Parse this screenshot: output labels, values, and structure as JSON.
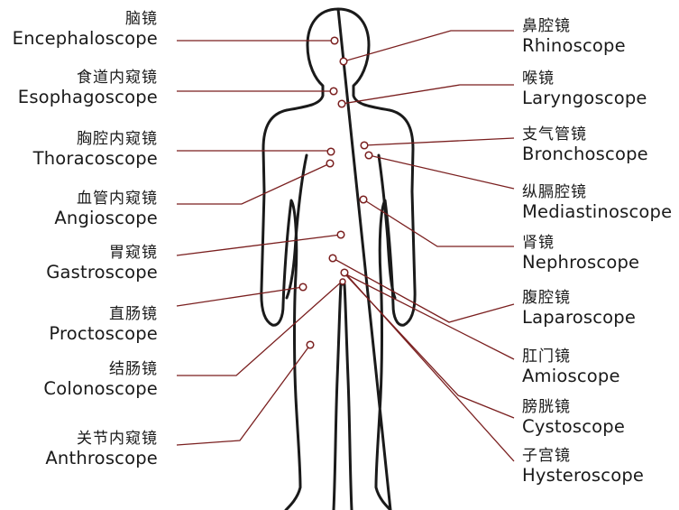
{
  "labels": {
    "encephaloscope": {
      "zh": "脑镜",
      "en": "Encephaloscope"
    },
    "esophagoscope": {
      "zh": "食道内窥镜",
      "en": "Esophagoscope"
    },
    "thoracoscope": {
      "zh": "胸腔内窥镜",
      "en": "Thoracoscope"
    },
    "angioscope": {
      "zh": "血管内窥镜",
      "en": "Angioscope"
    },
    "gastroscope": {
      "zh": "胃窥镜",
      "en": "Gastroscope"
    },
    "proctoscope": {
      "zh": "直肠镜",
      "en": "Proctoscope"
    },
    "colonoscope": {
      "zh": "结肠镜",
      "en": "Colonoscope"
    },
    "anthroscope": {
      "zh": "关节内窥镜",
      "en": "Anthroscope"
    },
    "rhinoscope": {
      "zh": "鼻腔镜",
      "en": "Rhinoscope"
    },
    "laryngoscope": {
      "zh": "喉镜",
      "en": "Laryngoscope"
    },
    "bronchoscope": {
      "zh": "支气管镜",
      "en": "Bronchoscope"
    },
    "mediastinoscope": {
      "zh": "纵膈腔镜",
      "en": "Mediastinoscope"
    },
    "nephroscope": {
      "zh": "肾镜",
      "en": "Nephroscope"
    },
    "laparoscope": {
      "zh": "腹腔镜",
      "en": "Laparoscope"
    },
    "amioscope": {
      "zh": "肛门镜",
      "en": "Amioscope"
    },
    "cystoscope": {
      "zh": "膀胱镜",
      "en": "Cystoscope"
    },
    "hysteroscope": {
      "zh": "子宫镜",
      "en": "Hysteroscope"
    }
  },
  "colors": {
    "outline": "#1a1a1a",
    "leader": "#7a1f1f",
    "marker": "#7a1f1f",
    "text": "#1a1a1a"
  }
}
